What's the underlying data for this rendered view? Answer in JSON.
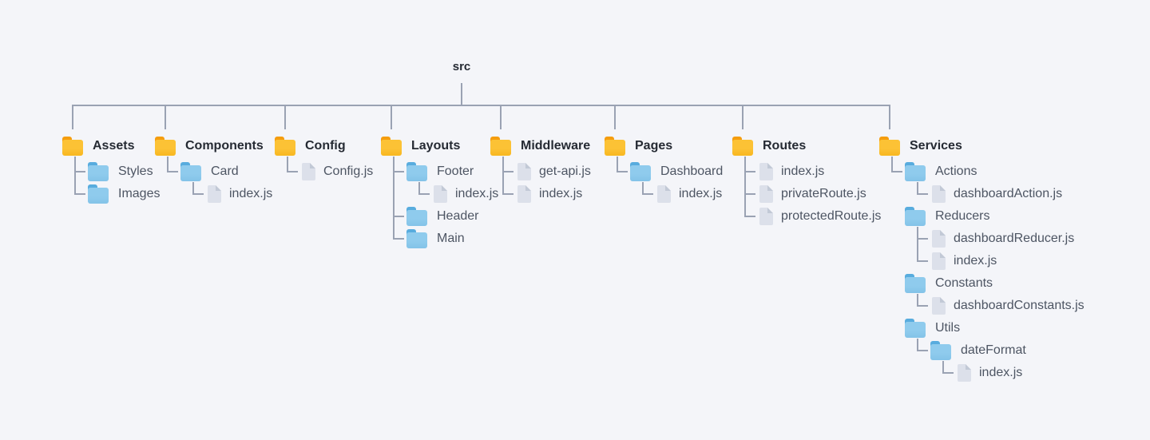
{
  "root": {
    "name": "src"
  },
  "colors": {
    "background": "#f4f5f9",
    "connector_line": "#9aa2b3",
    "text_strong": "#252a33",
    "text_muted": "#4d5563",
    "folder_yellow_body": "#fcc235",
    "folder_yellow_tab": "#f59d0e",
    "folder_blue_body": "#8fcbed",
    "folder_blue_tab": "#58acde",
    "file_body": "#dce0ea",
    "file_fold": "#c2c9d6"
  },
  "tree": [
    {
      "name": "Assets",
      "type": "folder",
      "children": [
        {
          "name": "Styles",
          "type": "folder",
          "linked": true
        },
        {
          "name": "Images",
          "type": "folder",
          "linked": true
        }
      ]
    },
    {
      "name": "Components",
      "type": "folder",
      "children": [
        {
          "name": "Card",
          "type": "folder",
          "linked": true,
          "children": [
            {
              "name": "index.js",
              "type": "file",
              "linked": true
            }
          ]
        }
      ]
    },
    {
      "name": "Config",
      "type": "folder",
      "children": [
        {
          "name": "Config.js",
          "type": "file",
          "linked": true
        }
      ]
    },
    {
      "name": "Layouts",
      "type": "folder",
      "children": [
        {
          "name": "Footer",
          "type": "folder",
          "linked": true,
          "children": [
            {
              "name": "index.js",
              "type": "file",
              "linked": true
            }
          ]
        },
        {
          "name": "Header",
          "type": "folder",
          "linked": true
        },
        {
          "name": "Main",
          "type": "folder",
          "linked": true
        }
      ]
    },
    {
      "name": "Middleware",
      "type": "folder",
      "children": [
        {
          "name": "get-api.js",
          "type": "file",
          "linked": true
        },
        {
          "name": "index.js",
          "type": "file",
          "linked": true
        }
      ]
    },
    {
      "name": "Pages",
      "type": "folder",
      "children": [
        {
          "name": "Dashboard",
          "type": "folder",
          "linked": true,
          "children": [
            {
              "name": "index.js",
              "type": "file",
              "linked": true
            }
          ]
        }
      ]
    },
    {
      "name": "Routes",
      "type": "folder",
      "children": [
        {
          "name": "index.js",
          "type": "file",
          "linked": true
        },
        {
          "name": "privateRoute.js",
          "type": "file",
          "linked": true
        },
        {
          "name": "protectedRoute.js",
          "type": "file",
          "linked": true
        }
      ]
    },
    {
      "name": "Services",
      "type": "folder",
      "children": [
        {
          "name": "Actions",
          "type": "folder",
          "linked": true,
          "children": [
            {
              "name": "dashboardAction.js",
              "type": "file",
              "linked": true
            }
          ]
        },
        {
          "name": "Reducers",
          "type": "folder",
          "linked": false,
          "children": [
            {
              "name": "dashboardReducer.js",
              "type": "file",
              "linked": true
            },
            {
              "name": "index.js",
              "type": "file",
              "linked": true
            }
          ]
        },
        {
          "name": "Constants",
          "type": "folder",
          "linked": false,
          "children": [
            {
              "name": "dashboardConstants.js",
              "type": "file",
              "linked": true
            }
          ]
        },
        {
          "name": "Utils",
          "type": "folder",
          "linked": false,
          "children": [
            {
              "name": "dateFormat",
              "type": "folder",
              "linked": true,
              "children": [
                {
                  "name": "index.js",
                  "type": "file",
                  "linked": true
                }
              ]
            }
          ]
        }
      ]
    }
  ]
}
